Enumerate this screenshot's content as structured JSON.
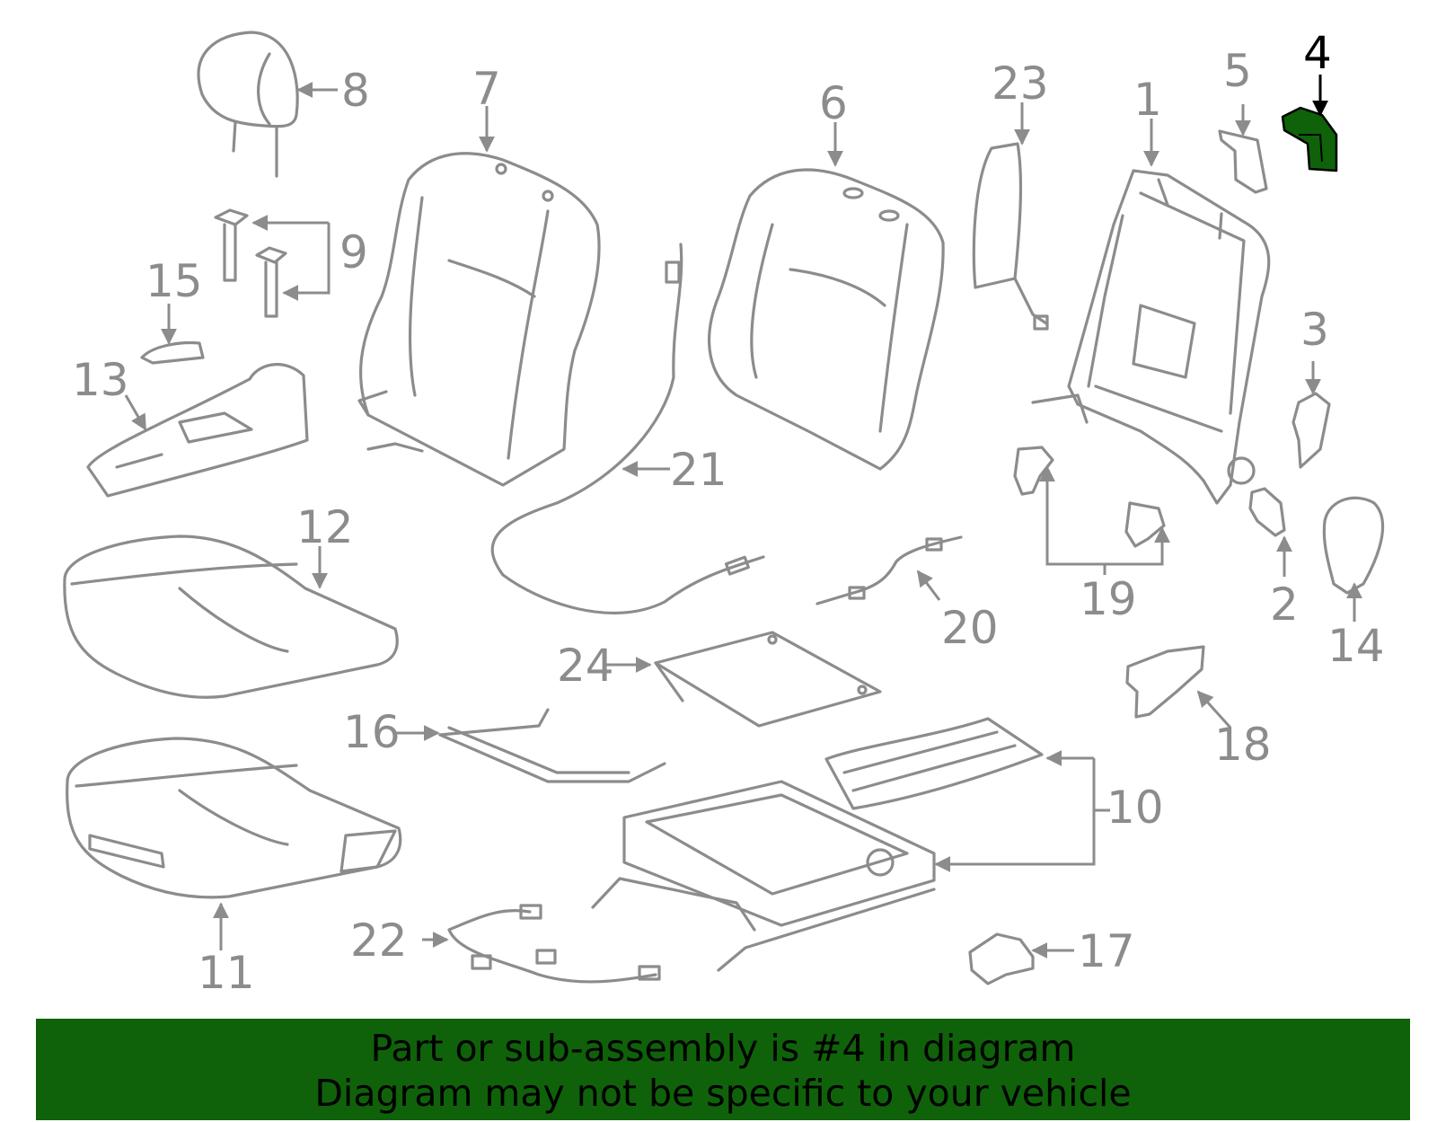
{
  "colors": {
    "line": "#8c8c8c",
    "highlight_fill": "#0f6209",
    "banner_bg": "#0f6209",
    "banner_text": "#000000"
  },
  "callouts": [
    {
      "id": "1",
      "text": "1"
    },
    {
      "id": "2",
      "text": "2"
    },
    {
      "id": "3",
      "text": "3"
    },
    {
      "id": "4",
      "text": "4",
      "highlighted": true
    },
    {
      "id": "5",
      "text": "5"
    },
    {
      "id": "6",
      "text": "6"
    },
    {
      "id": "7",
      "text": "7"
    },
    {
      "id": "8",
      "text": "8"
    },
    {
      "id": "9",
      "text": "9"
    },
    {
      "id": "10",
      "text": "10"
    },
    {
      "id": "11",
      "text": "11"
    },
    {
      "id": "12",
      "text": "12"
    },
    {
      "id": "13",
      "text": "13"
    },
    {
      "id": "14",
      "text": "14"
    },
    {
      "id": "15",
      "text": "15"
    },
    {
      "id": "16",
      "text": "16"
    },
    {
      "id": "17",
      "text": "17"
    },
    {
      "id": "18",
      "text": "18"
    },
    {
      "id": "19",
      "text": "19"
    },
    {
      "id": "20",
      "text": "20"
    },
    {
      "id": "21",
      "text": "21"
    },
    {
      "id": "22",
      "text": "22"
    },
    {
      "id": "23",
      "text": "23"
    },
    {
      "id": "24",
      "text": "24"
    }
  ],
  "banner": {
    "line1": "Part or sub-assembly is #4 in diagram",
    "line2": "Diagram may not be specific to your vehicle"
  }
}
